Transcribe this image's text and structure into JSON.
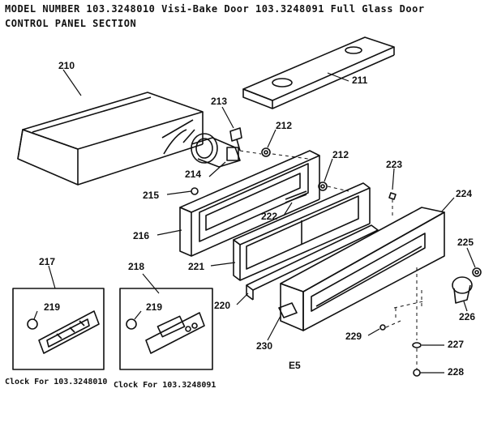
{
  "header": {
    "line1": "MODEL NUMBER 103.3248010 Visi-Bake Door 103.3248091 Full Glass Door",
    "line2": "CONTROL PANEL SECTION"
  },
  "callouts": {
    "p210": "210",
    "p211": "211",
    "p212a": "212",
    "p212b": "212",
    "p213": "213",
    "p214": "214",
    "p215": "215",
    "p216": "216",
    "p217": "217",
    "p218": "218",
    "p219a": "219",
    "p219b": "219",
    "p220": "220",
    "p221": "221",
    "p222": "222",
    "p223": "223",
    "p224": "224",
    "p225": "225",
    "p226": "226",
    "p227": "227",
    "p228": "228",
    "p229": "229",
    "p230": "230"
  },
  "captions": {
    "clock_left": "Clock For 103.3248010",
    "clock_right": "Clock For 103.3248091"
  },
  "page_code": "E5"
}
